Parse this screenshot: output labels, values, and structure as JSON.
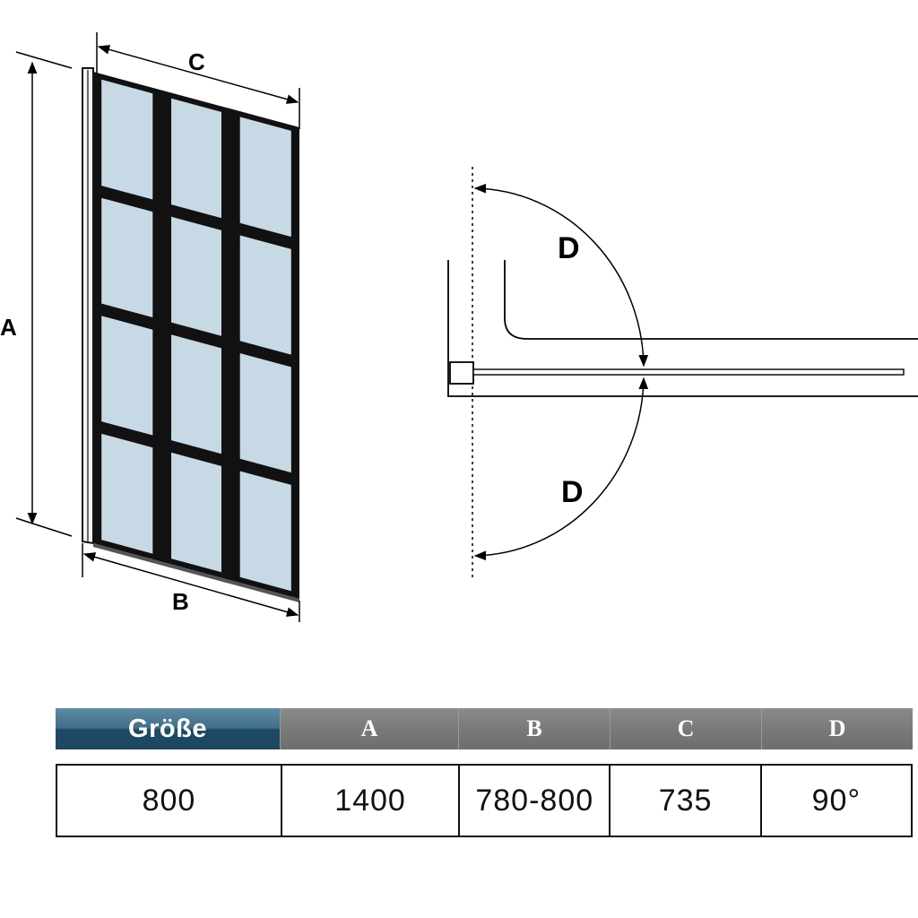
{
  "labels": {
    "A": "A",
    "B": "B",
    "C": "C",
    "D_top": "D",
    "D_bottom": "D"
  },
  "table": {
    "headers": [
      "Größe",
      "A",
      "B",
      "C",
      "D"
    ],
    "values": [
      "800",
      "1400",
      "780-800",
      "735",
      "90°"
    ]
  },
  "colors": {
    "frame": "#111111",
    "glass": "#c8d9e6",
    "header_blue": "#2f5d77",
    "header_gray": "#7a7a7a"
  }
}
